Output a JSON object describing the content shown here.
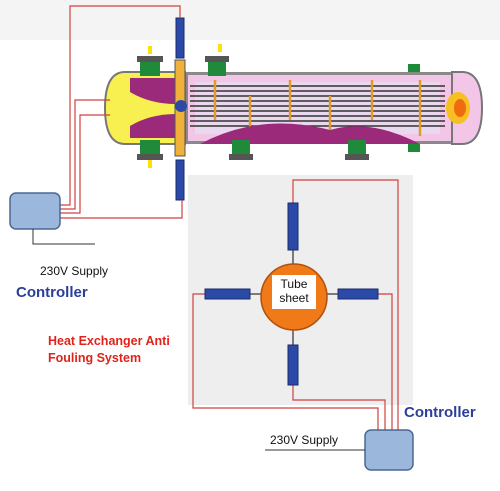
{
  "system_title": {
    "line1": "Heat Exchanger Anti",
    "line2": "Fouling System"
  },
  "controllers": {
    "top": {
      "label": "Controller",
      "supply": "230V Supply"
    },
    "bottom": {
      "label": "Controller",
      "supply": "230V Supply"
    }
  },
  "tube_sheet": {
    "line1": "Tube",
    "line2": "sheet"
  },
  "colors": {
    "wire": "#d04040",
    "transducer": "#2b4aa8",
    "controller_box": "#9bb8dc",
    "tube_sheet": "#f07a18",
    "head_yellow": "#f7f050",
    "shell_pink": "#f3c6e8",
    "baffle_purple": "#9b2a7a",
    "nozzle_green": "#1f8a3a",
    "label_blue": "#2b3f9a",
    "label_red": "#e0231a"
  }
}
